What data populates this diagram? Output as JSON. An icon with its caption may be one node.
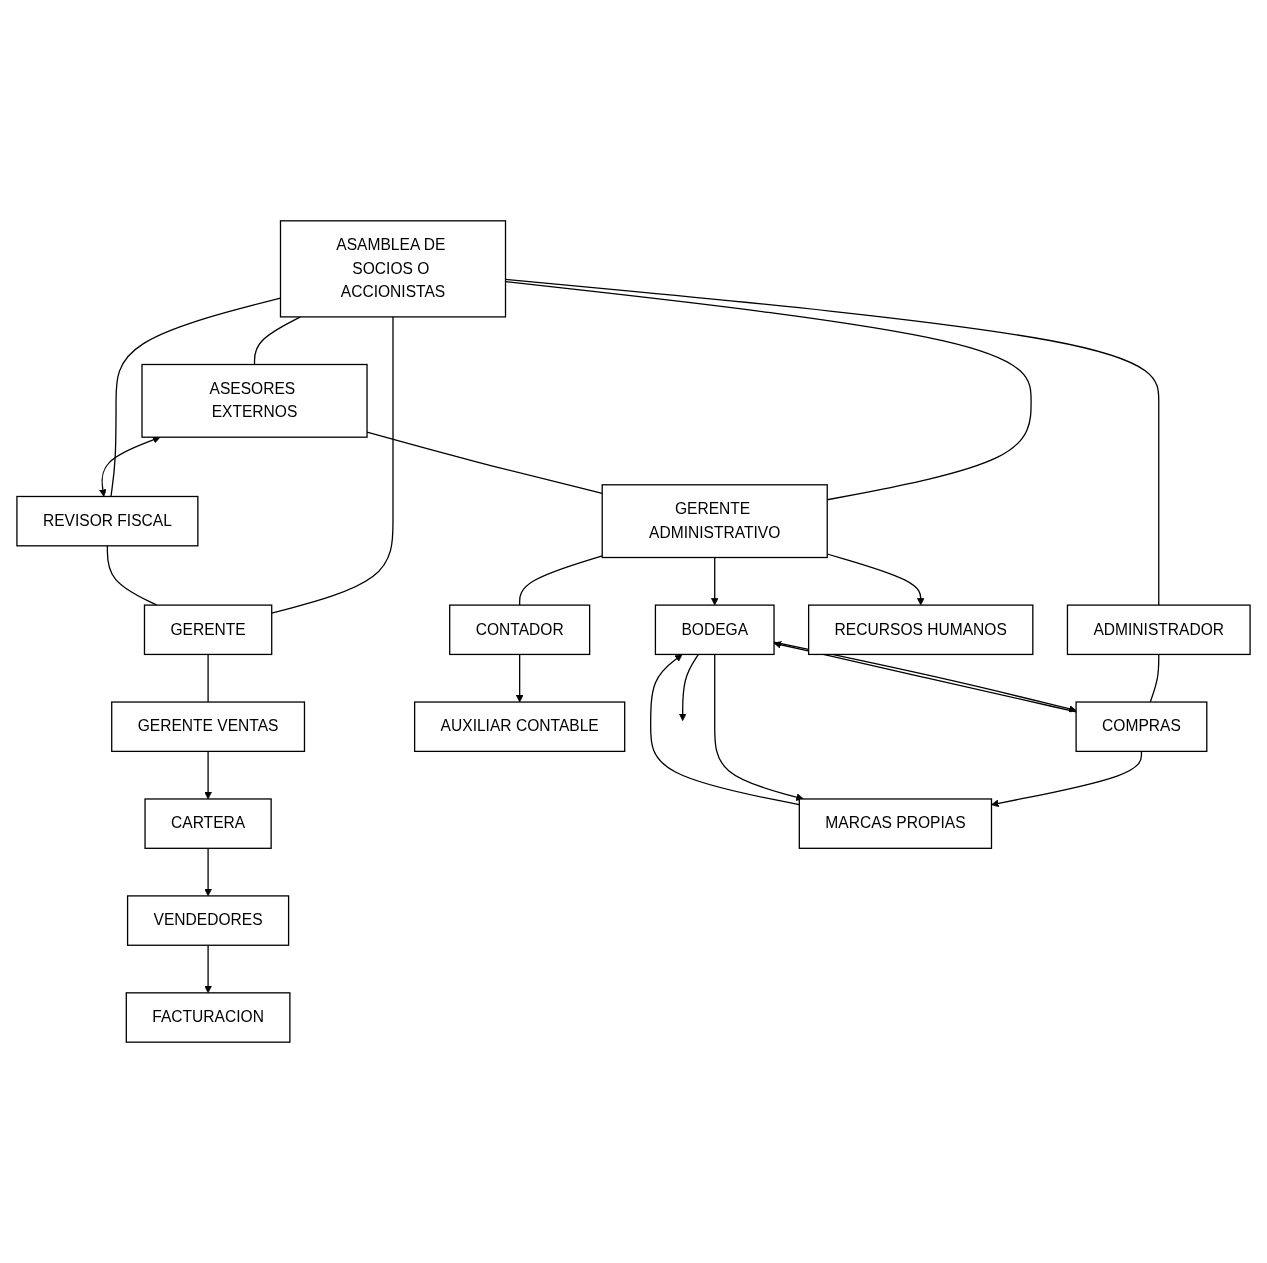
{
  "diagram": {
    "nodes": [
      {
        "text": [
          "ASAMBLEA DE SOCIOS O ACCIONISTAS"
        ]
      },
      {
        "text": [
          "ASESORES EXTERNOS"
        ]
      },
      {
        "text": [
          "REVISOR FISCAL"
        ]
      },
      {
        "text": [
          "GERENTE ADMINISTRATIVO"
        ]
      },
      {
        "text": [
          "ADMINISTRADOR"
        ]
      },
      {
        "text": [
          "GERENTE"
        ]
      },
      {
        "text": [
          "CONTADOR"
        ]
      },
      {
        "text": [
          "GERENTE VENTAS"
        ]
      },
      {
        "text": [
          "AUXILIAR CONTABLE"
        ]
      },
      {
        "text": [
          "COMPRAS"
        ]
      },
      {
        "text": [
          "CARTERA"
        ]
      },
      {
        "text": [
          "RECURSOS HUMANOS"
        ]
      },
      {
        "text": [
          "VENDEDORES"
        ]
      },
      {
        "text": [
          "BODEGA"
        ]
      },
      {
        "text": [
          "MARCAS PROPIAS"
        ]
      },
      {
        "text": [
          "FACTURACION"
        ]
      }
    ],
    "edges": [
      {
        "from": 0,
        "to": 1,
        "arrow": "none"
      },
      {
        "from": 0,
        "to": 2,
        "arrow": "none"
      },
      {
        "from": 0,
        "to": 3,
        "arrow": "none"
      },
      {
        "from": 0,
        "to": 4,
        "arrow": "none"
      },
      {
        "from": 0,
        "to": 5,
        "arrow": "none"
      },
      {
        "from": 1,
        "to": 2,
        "arrow": "both"
      },
      {
        "from": 1,
        "to": 3,
        "arrow": "none"
      },
      {
        "from": 2,
        "to": 5,
        "arrow": "none"
      },
      {
        "from": 3,
        "to": 6,
        "arrow": "none"
      },
      {
        "from": 4,
        "to": 9,
        "arrow": "none"
      },
      {
        "from": 5,
        "to": 7,
        "arrow": "none"
      },
      {
        "from": 6,
        "to": 8,
        "arrow": "to"
      },
      {
        "from": 3,
        "to": 11,
        "arrow": "to"
      },
      {
        "from": 3,
        "to": 13,
        "arrow": "to"
      },
      {
        "from": 13,
        "to": 9,
        "arrow": "to"
      },
      {
        "from": 9,
        "to": 13,
        "arrow": "to"
      },
      {
        "from": 9,
        "to": 14,
        "arrow": "to"
      },
      {
        "from": 13,
        "to": 14,
        "arrow": "to"
      },
      {
        "from": 14,
        "to": 13,
        "arrow": "to"
      },
      {
        "from": 7,
        "to": 10,
        "arrow": "to"
      },
      {
        "from": 10,
        "to": 12,
        "arrow": "to"
      },
      {
        "from": 12,
        "to": 15,
        "arrow": "to"
      },
      {
        "from": 13,
        "to": null,
        "arrow": "to"
      }
    ]
  }
}
